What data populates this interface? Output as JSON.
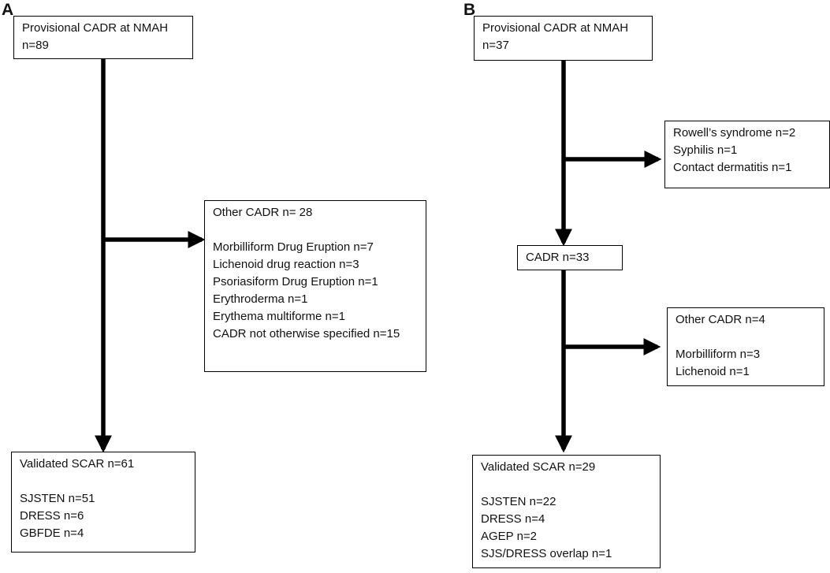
{
  "panels": {
    "a": {
      "label": "A",
      "start": {
        "lines": [
          "Provisional CADR at NMAH",
          "n=89"
        ]
      },
      "excluded": {
        "title": "Other CADR n= 28",
        "items": [
          "Morbilliform Drug Eruption n=7",
          "Lichenoid drug reaction n=3",
          "Psoriasiform Drug Eruption n=1",
          "Erythroderma n=1",
          "Erythema multiforme n=1",
          "CADR not otherwise specified n=15"
        ]
      },
      "result": {
        "title": "Validated SCAR n=61",
        "items": [
          "SJSTEN n=51",
          "DRESS n=6",
          "GBFDE n=4"
        ]
      }
    },
    "b": {
      "label": "B",
      "start": {
        "lines": [
          "Provisional CADR at NMAH",
          "n=37"
        ]
      },
      "excluded1": {
        "items": [
          "Rowell’s syndrome n=2",
          "Syphilis n=1",
          "Contact dermatitis n=1"
        ]
      },
      "middle": {
        "title": "CADR n=33"
      },
      "excluded2": {
        "title": "Other CADR n=4",
        "items": [
          "Morbilliform n=3",
          "Lichenoid n=1"
        ]
      },
      "result": {
        "title": "Validated SCAR n=29",
        "items": [
          "SJSTEN n=22",
          "DRESS n=4",
          "AGEP n=2",
          "SJS/DRESS overlap n=1"
        ]
      }
    }
  }
}
